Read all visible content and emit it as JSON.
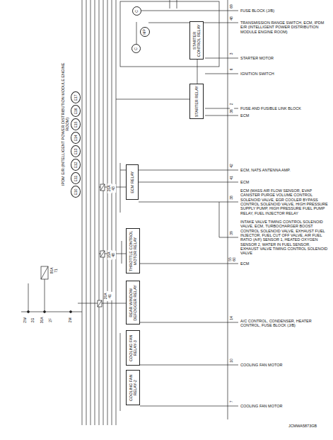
{
  "diagram": {
    "nodes": [
      {
        "text": [
          "STARTER CONTROL RELAY"
        ]
      },
      {
        "text": [
          "STARTER RELAY"
        ]
      },
      {
        "text": [
          "C"
        ]
      },
      {
        "text": [
          "MP"
        ]
      },
      {
        "text": [
          "C"
        ]
      },
      {
        "text": [
          "ECM RELAY"
        ]
      },
      {
        "text": [
          "THROTTLE CONTROL MOTOR RELAY"
        ]
      },
      {
        "text": [
          "REAR WINDOW DEFOGGER RELAY"
        ]
      },
      {
        "text": [
          "COOLING FAN RELAY-3"
        ]
      },
      {
        "text": [
          "COOLING FAN RELAY-2"
        ]
      },
      {
        "text": [
          "E10"
        ]
      },
      {
        "text": [
          "E11"
        ]
      },
      {
        "text": [
          "E12"
        ]
      },
      {
        "text": [
          "E13"
        ]
      },
      {
        "text": [
          "E14"
        ]
      },
      {
        "text": [
          "E15"
        ]
      },
      {
        "text": [
          "E16"
        ]
      },
      {
        "text": [
          "E17"
        ]
      }
    ],
    "labels": [
      "IPDM E/R (INTELLIGENT POWER DISTRIBUTION MODULE ENGINE ROOM)",
      "69",
      "FUSE BLOCK (J/B)",
      "48",
      "TRANSMISSION RANGE SWITCH, ECM, IPDM E/R (INTELLIGENT POWER DISTRIBUTION MODULE ENGINE ROOM)",
      "3",
      "STARTER MOTOR",
      "6",
      "IGNITION SWITCH",
      "2",
      "FUSE AND FUSIBLE LINK BLOCK",
      "36",
      "ECM",
      "42",
      "ECM, NATS ANTENNA AMP.",
      "41",
      "ECM",
      "38",
      "ECM (MASS AIR FLOW SENSOR, EVAP CANISTER PURGE VOLUME CONTROL SOLENOID VALVE, EGR COOLER BYPASS CONTROL SOLENOID VALVE, HIGH PRESSURE SUPPLY PUMP, HIGH PRESSURE FUEL PUMP RELAY, FUEL INJECTOR RELAY",
      "39",
      "INTAKE VALVE TIMING CONTROL SOLENOID VALVE, ECM, TURBOCHARGER BOOST CONTROL SOLENOID VALVE, EXHAUST FUEL INJECTOR, FUEL CUT OFF VALVE, AIR FUEL RATIO (A/F) SENSOR 1, HEATED OXYGEN SENSOR 2, WATER IN FUEL SENSOR, EXHAUST VALVE TIMING CONTROL SOLENOID VALVE",
      "55",
      "60",
      "ECM",
      "14",
      "A/C CONTROL, CONDENSER, HEATER CONTROL, FUSE BLOCK (J/B)",
      "10",
      "COOLING FAN MOTOR",
      "7",
      "COOLING FAN MOTOR",
      "20A",
      "43",
      "15A",
      "48",
      "20A",
      "41",
      "80A",
      "71",
      "2W",
      "2G",
      "30A",
      "2F",
      "2M",
      "JCMWA5873GB"
    ]
  }
}
